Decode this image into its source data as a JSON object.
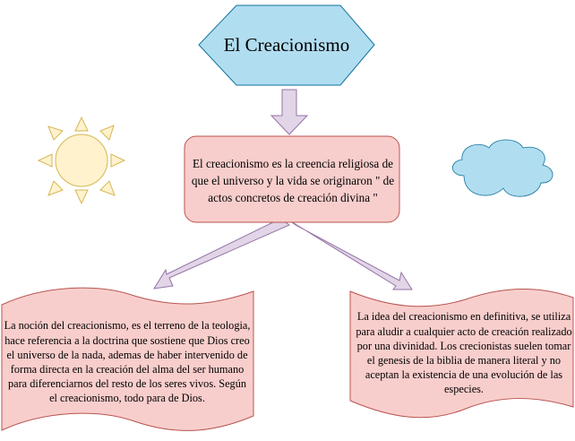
{
  "title": "El Creacionismo",
  "definition": "El creacionismo es la creencia religiosa de que el universo y la vida se originaron \" de actos concretos de creación divina \"",
  "left_note": "La noción del creacionismo, es el terreno de la teologia, hace referencia a la doctrina que sostiene que Dios creo el universo de la nada, ademas de haber intervenido de forma directa en la creación del  alma del ser humano para diferenciarnos del resto de los seres vivos. Según el creacionismo, todo para de Dios.",
  "right_note": "La idea del creacionismo en definitiva, se utiliza para aludir a cualquier acto de creación realizado por una divinidad. Los crecionistas suelen tomar el genesis de la biblia de manera literal y no aceptan la existencia de una evolución de las especies.",
  "colors": {
    "hexagon_fill": "#b1ddf0",
    "hexagon_stroke": "#10739e",
    "box_fill": "#f8cecc",
    "box_stroke": "#b85450",
    "arrow_fill": "#e1d5e7",
    "arrow_stroke": "#9673a6",
    "sun_fill": "#fff2cc",
    "sun_stroke": "#d6b656",
    "cloud_fill": "#b1ddf0"
  },
  "icons": [
    "sun-icon",
    "cloud-icon"
  ]
}
